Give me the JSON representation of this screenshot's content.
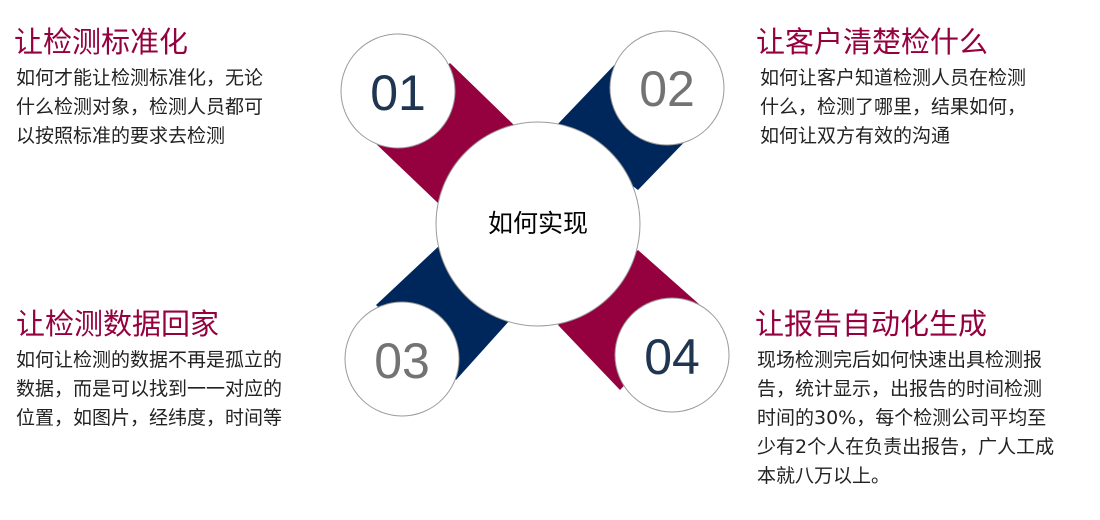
{
  "center": {
    "label": "如何实现"
  },
  "colors": {
    "accent_red": "#95003f",
    "accent_navy": "#00275c",
    "title_red": "#95003f",
    "num_dark": "#1f3550",
    "num_gray": "#737373"
  },
  "items": [
    {
      "number": "01",
      "title": "让检测标准化",
      "desc_lines": [
        "如何才能让检测标准化，无论",
        "什么检测对象，检测人员都可",
        "以按照标准的要求去检测"
      ]
    },
    {
      "number": "02",
      "title": "让客户清楚检什么",
      "desc_lines": [
        "如何让客户知道检测人员在检测",
        "什么，检测了哪里，结果如何，",
        "如何让双方有效的沟通"
      ]
    },
    {
      "number": "03",
      "title": "让检测数据回家",
      "desc_lines": [
        "如何让检测的数据不再是孤立的",
        "数据，而是可以找到一一对应的",
        "位置，如图片，经纬度，时间等"
      ]
    },
    {
      "number": "04",
      "title": "让报告自动化生成",
      "desc_lines": [
        "现场检测完后如何快速出具检测报",
        "告，统计显示，出报告的时间检测",
        "时间的30%，每个检测公司平均至",
        "少有2个人在负责出报告，广人工成",
        "本就八万以上。"
      ]
    }
  ]
}
